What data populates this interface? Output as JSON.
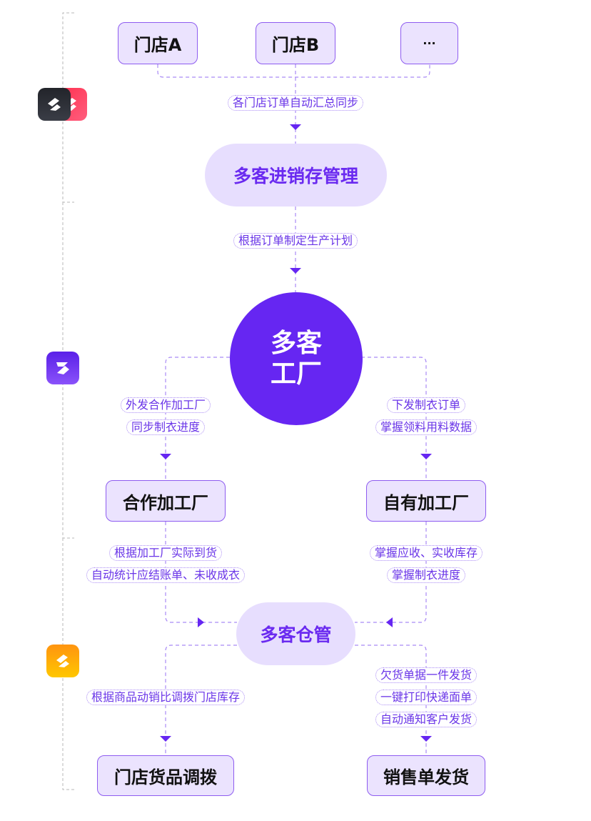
{
  "colors": {
    "accent": "#6626f2",
    "node_fill": "#ebe3fe",
    "node_border": "#8e5cf0",
    "label_text": "#6a35e8",
    "connector": "#a98af5",
    "arrow": "#6626f2"
  },
  "stores": [
    "门店A",
    "门店B",
    "···"
  ],
  "stages": {
    "sync_label": "各门店订单自动汇总同步",
    "erp": "多客进销存管理",
    "plan_label": "根据订单制定生产计划",
    "factory_line1": "多客",
    "factory_line2": "工厂",
    "left_labels": [
      "外发合作加工厂",
      "同步制衣进度"
    ],
    "right_labels": [
      "下发制衣订单",
      "掌握领料用料数据"
    ],
    "partner_factory": "合作加工厂",
    "own_factory": "自有加工厂",
    "partner_labels": [
      "根据加工厂实际到货",
      "自动统计应结账单、未收成衣"
    ],
    "own_labels": [
      "掌握应收、实收库存",
      "掌握制衣进度"
    ],
    "warehouse": "多客仓管",
    "transfer_label": "根据商品动销比调拨门店库存",
    "ship_labels": [
      "欠货单据一件发货",
      "一键打印快递面单",
      "自动通知客户发货"
    ],
    "store_transfer": "门店货品调拨",
    "sales_shipping": "销售单发货"
  },
  "sidebar_icons": [
    {
      "name": "duoke-erp-app-icon",
      "colors": [
        "#2b2d33",
        "#ff3e5e"
      ]
    },
    {
      "name": "duoke-factory-app-icon",
      "colors": [
        "#5a20e8",
        "#8a52fa"
      ]
    },
    {
      "name": "duoke-warehouse-app-icon",
      "colors": [
        "#ff9410",
        "#ffc700"
      ]
    }
  ]
}
